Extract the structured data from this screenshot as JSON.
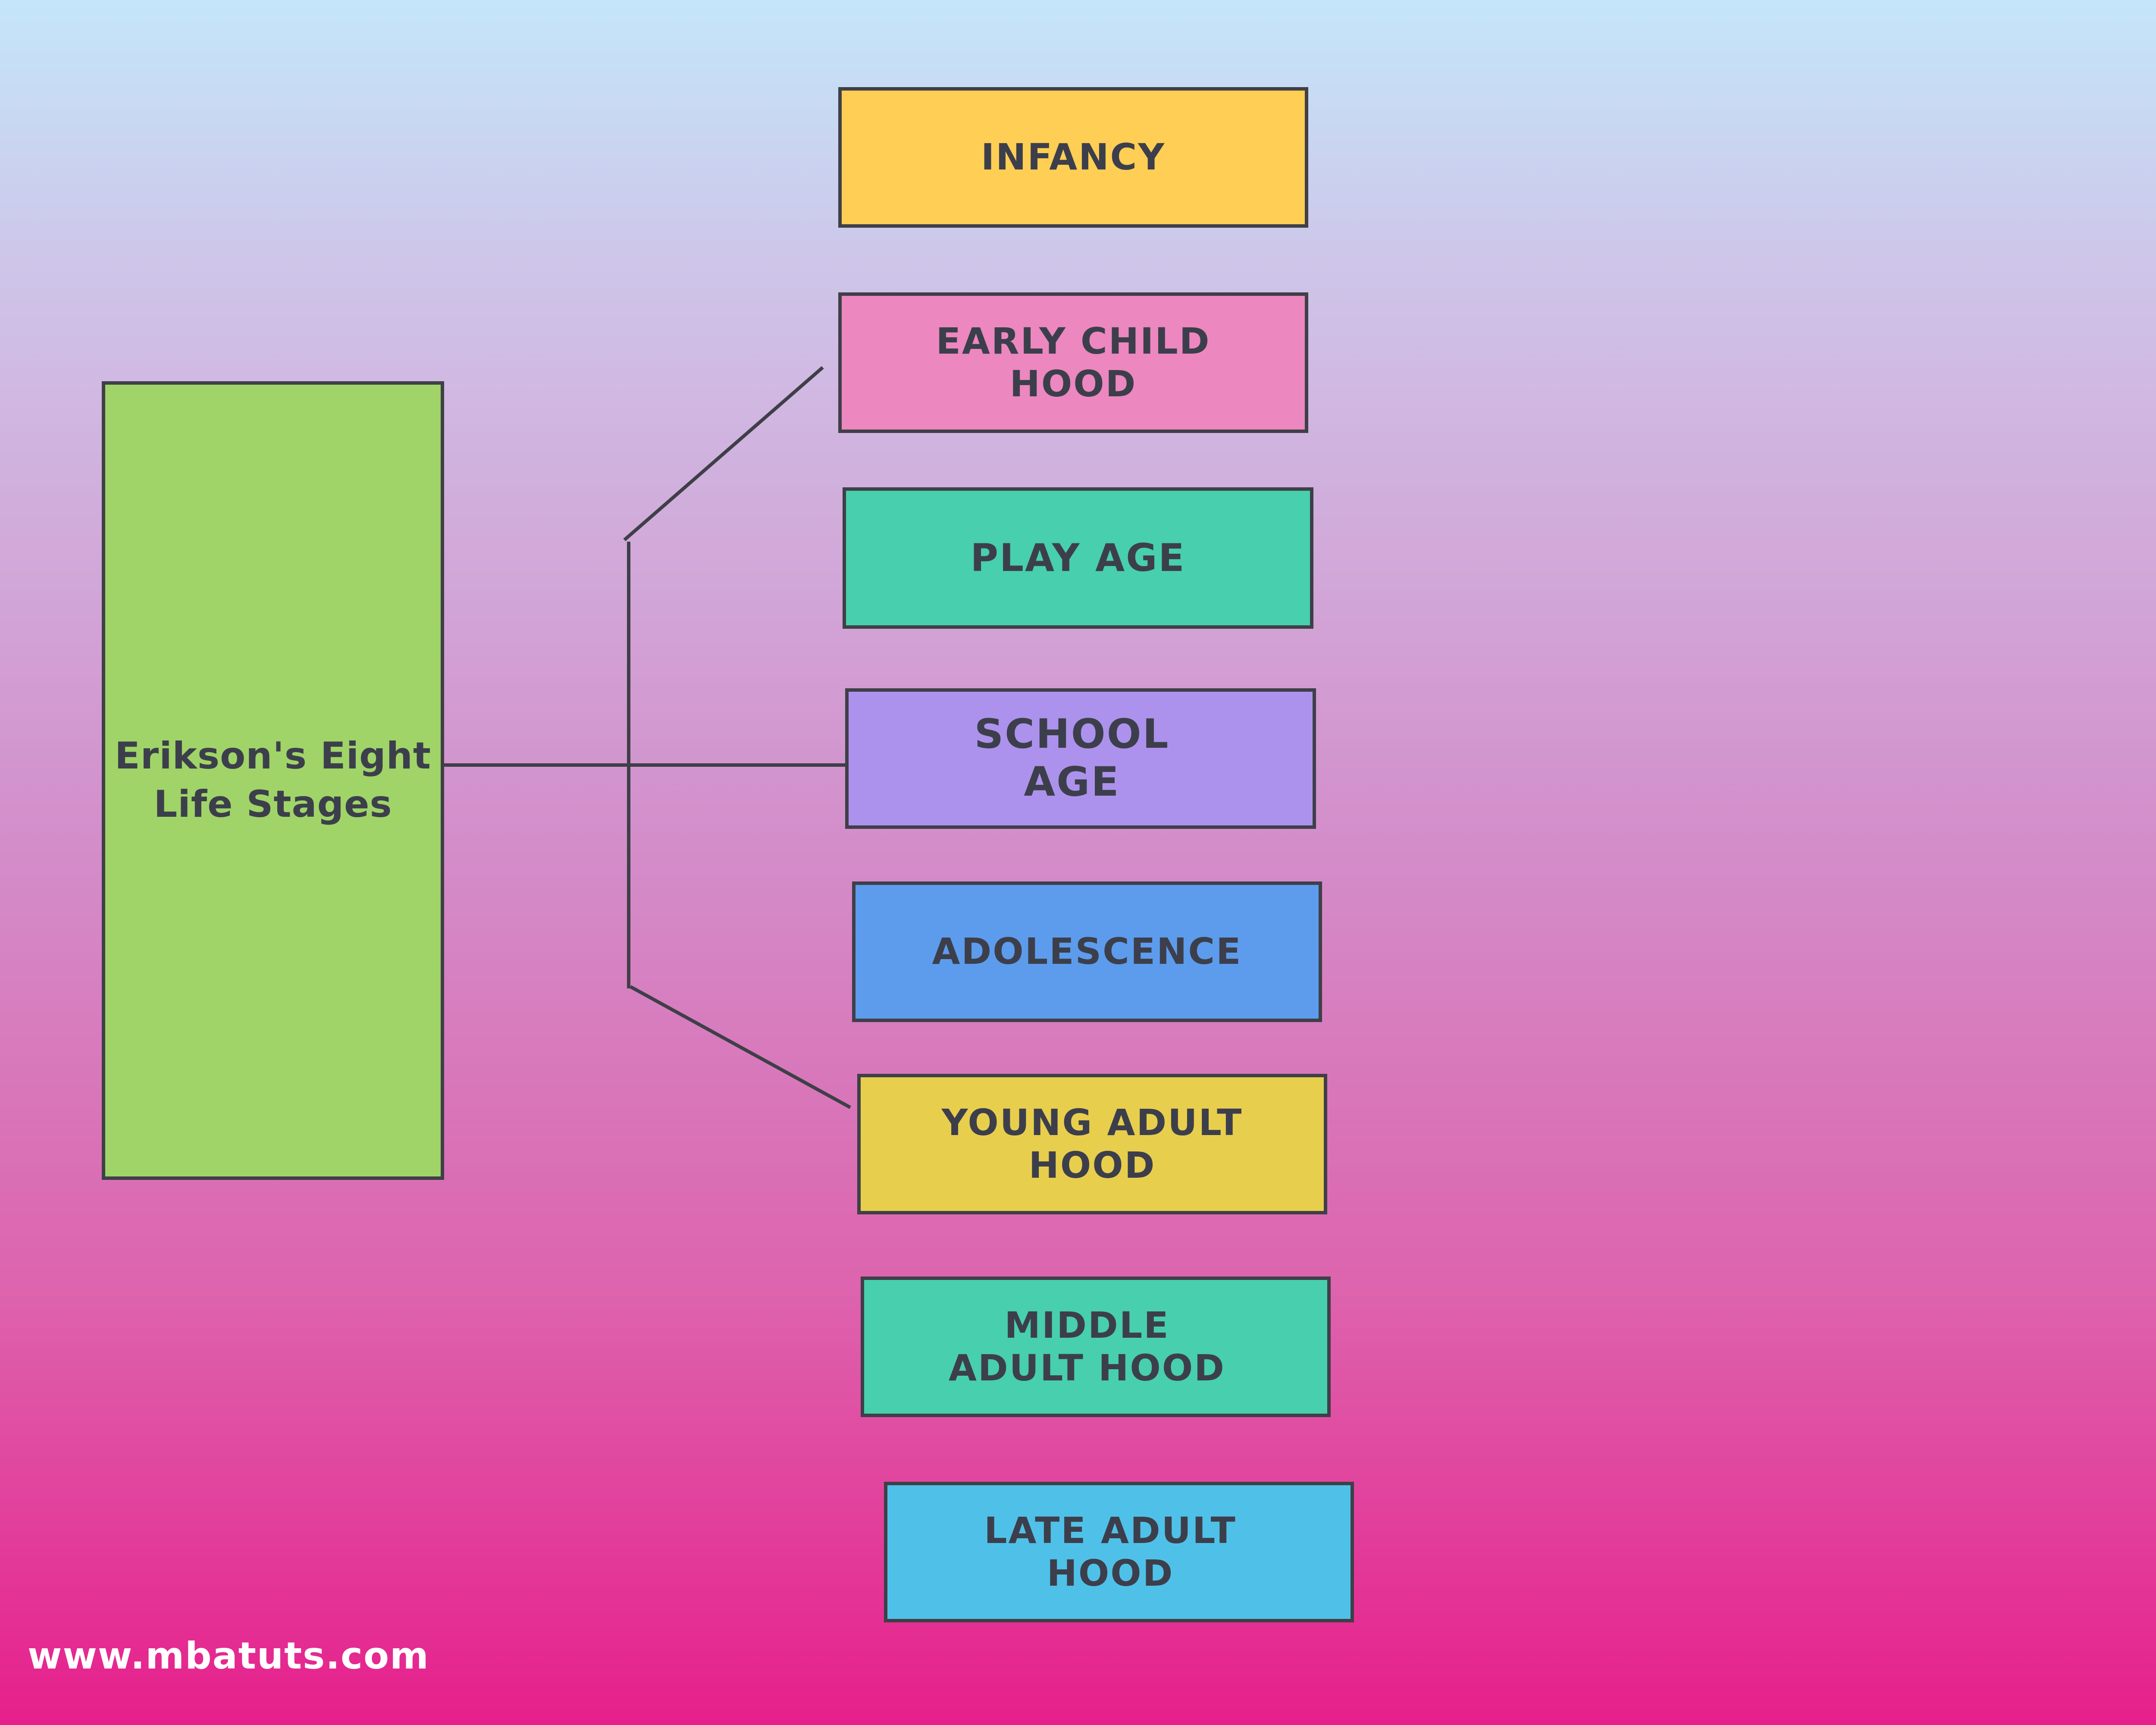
{
  "diagram": {
    "root": {
      "label": "Erikson's Eight\nLife Stages",
      "color": "#a0d468"
    },
    "stages": [
      {
        "label": "INFANCY",
        "color": "#ffce54"
      },
      {
        "label": "EARLY CHILD\nHOOD",
        "color": "#ec87c0"
      },
      {
        "label": "PLAY AGE",
        "color": "#48cfad"
      },
      {
        "label": "SCHOOL\nAGE",
        "color": "#ac92ec"
      },
      {
        "label": "ADOLESCENCE",
        "color": "#5d9cec"
      },
      {
        "label": "YOUNG ADULT\nHOOD",
        "color": "#e8ce4d"
      },
      {
        "label": "MIDDLE\nADULT HOOD",
        "color": "#48cfad"
      },
      {
        "label": "LATE ADULT\nHOOD",
        "color": "#4fc1e9"
      }
    ],
    "line_color": "#3f3f48"
  },
  "footer": {
    "website": "www.mbatuts.com"
  }
}
